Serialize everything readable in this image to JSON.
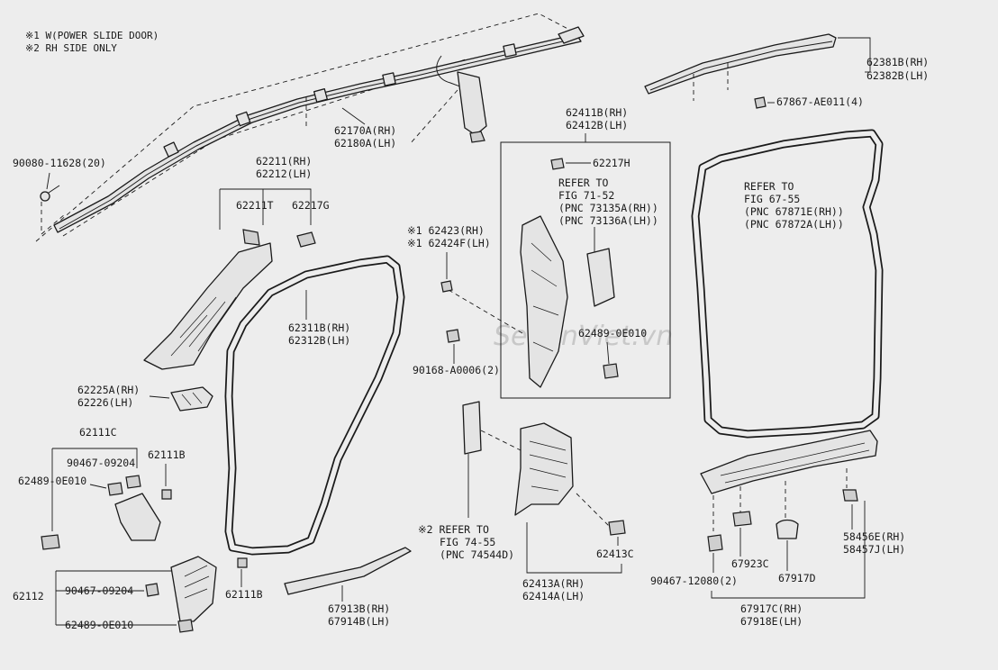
{
  "notes": [
    "※1 W(POWER SLIDE DOOR)",
    "※2 RH SIDE ONLY"
  ],
  "labels": {
    "p62381": [
      "62381B(RH)",
      "62382B(LH)"
    ],
    "p67867": "67867-AE011(4)",
    "p62170": [
      "62170A(RH)",
      "62180A(LH)"
    ],
    "p90080": "90080-11628(20)",
    "p62211": [
      "62211(RH)",
      "62212(LH)"
    ],
    "p62211t": "62211T",
    "p62217g": "62217G",
    "p62411": [
      "62411B(RH)",
      "62412B(LH)"
    ],
    "p62217h": "62217H",
    "refer7152": [
      "REFER TO",
      "FIG 71-52",
      "(PNC 73135A(RH))",
      "(PNC 73136A(LH))"
    ],
    "refer6755": [
      "REFER TO",
      "FIG 67-55",
      "(PNC 67871E(RH))",
      "(PNC 67872A(LH))"
    ],
    "p62423": [
      "※1 62423(RH)",
      "※1 62424F(LH)"
    ],
    "p62311": [
      "62311B(RH)",
      "62312B(LH)"
    ],
    "p62489a": "62489-0E010",
    "p90168": "90168-A0006(2)",
    "p62225": [
      "62225A(RH)",
      "62226(LH)"
    ],
    "p62111c": "62111C",
    "p90467a": "90467-09204",
    "p62489b": "62489-0E010",
    "p62111b1": "62111B",
    "refer7455": [
      "※2 REFER TO",
      "FIG 74-55",
      "(PNC 74544D)"
    ],
    "p62413c": "62413C",
    "p62413": [
      "62413A(RH)",
      "62414A(LH)"
    ],
    "p67923c": "67923C",
    "p90467b": "90467-12080(2)",
    "p67917d": "67917D",
    "p67917": [
      "67917C(RH)",
      "67918E(LH)"
    ],
    "p58456": [
      "58456E(RH)",
      "58457J(LH)"
    ],
    "p62112": "62112",
    "p90467c": "90467-09204",
    "p62489c": "62489-0E010",
    "p62111b2": "62111B",
    "p67913": [
      "67913B(RH)",
      "67914B(LH)"
    ]
  },
  "watermark": "SedanViet.vn"
}
